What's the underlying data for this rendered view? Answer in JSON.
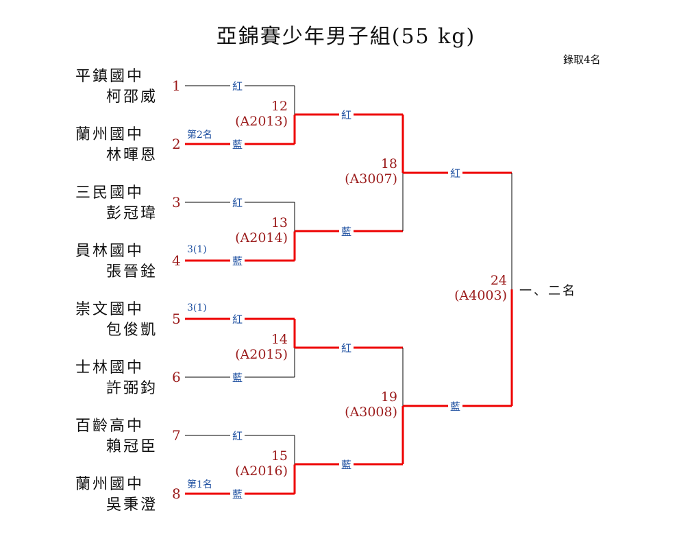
{
  "title": "亞錦賽少年男子組(55 kg)",
  "quota": "錄取4名",
  "colors": {
    "winner_line": "#ee0000",
    "line": "#000000",
    "seed": "#9b1b1b",
    "corner": "#1d4fa0"
  },
  "corner_labels": {
    "red": "紅",
    "blue": "藍"
  },
  "entrants": [
    {
      "seed": "1",
      "school": "平鎮國中",
      "name": "柯邵威",
      "note": ""
    },
    {
      "seed": "2",
      "school": "蘭州國中",
      "name": "林暉恩",
      "note": "第2名"
    },
    {
      "seed": "3",
      "school": "三民國中",
      "name": "彭冠瑋",
      "note": ""
    },
    {
      "seed": "4",
      "school": "員林國中",
      "name": "張晉銓",
      "note": "3(1)"
    },
    {
      "seed": "5",
      "school": "崇文國中",
      "name": "包俊凱",
      "note": "3(1)"
    },
    {
      "seed": "6",
      "school": "士林國中",
      "name": "許弼鈞",
      "note": ""
    },
    {
      "seed": "7",
      "school": "百齡高中",
      "name": "賴冠臣",
      "note": ""
    },
    {
      "seed": "8",
      "school": "蘭州國中",
      "name": "吳秉澄",
      "note": "第1名"
    }
  ],
  "matches": [
    {
      "no": "12",
      "code": "(A2013)",
      "winner": "blue"
    },
    {
      "no": "13",
      "code": "(A2014)",
      "winner": "blue"
    },
    {
      "no": "14",
      "code": "(A2015)",
      "winner": "red"
    },
    {
      "no": "15",
      "code": "(A2016)",
      "winner": "blue"
    },
    {
      "no": "18",
      "code": "(A3007)",
      "winner": "red"
    },
    {
      "no": "19",
      "code": "(A3008)",
      "winner": "blue"
    },
    {
      "no": "24",
      "code": "(A4003)",
      "winner": "blue"
    }
  ],
  "final_label": "一、二名"
}
